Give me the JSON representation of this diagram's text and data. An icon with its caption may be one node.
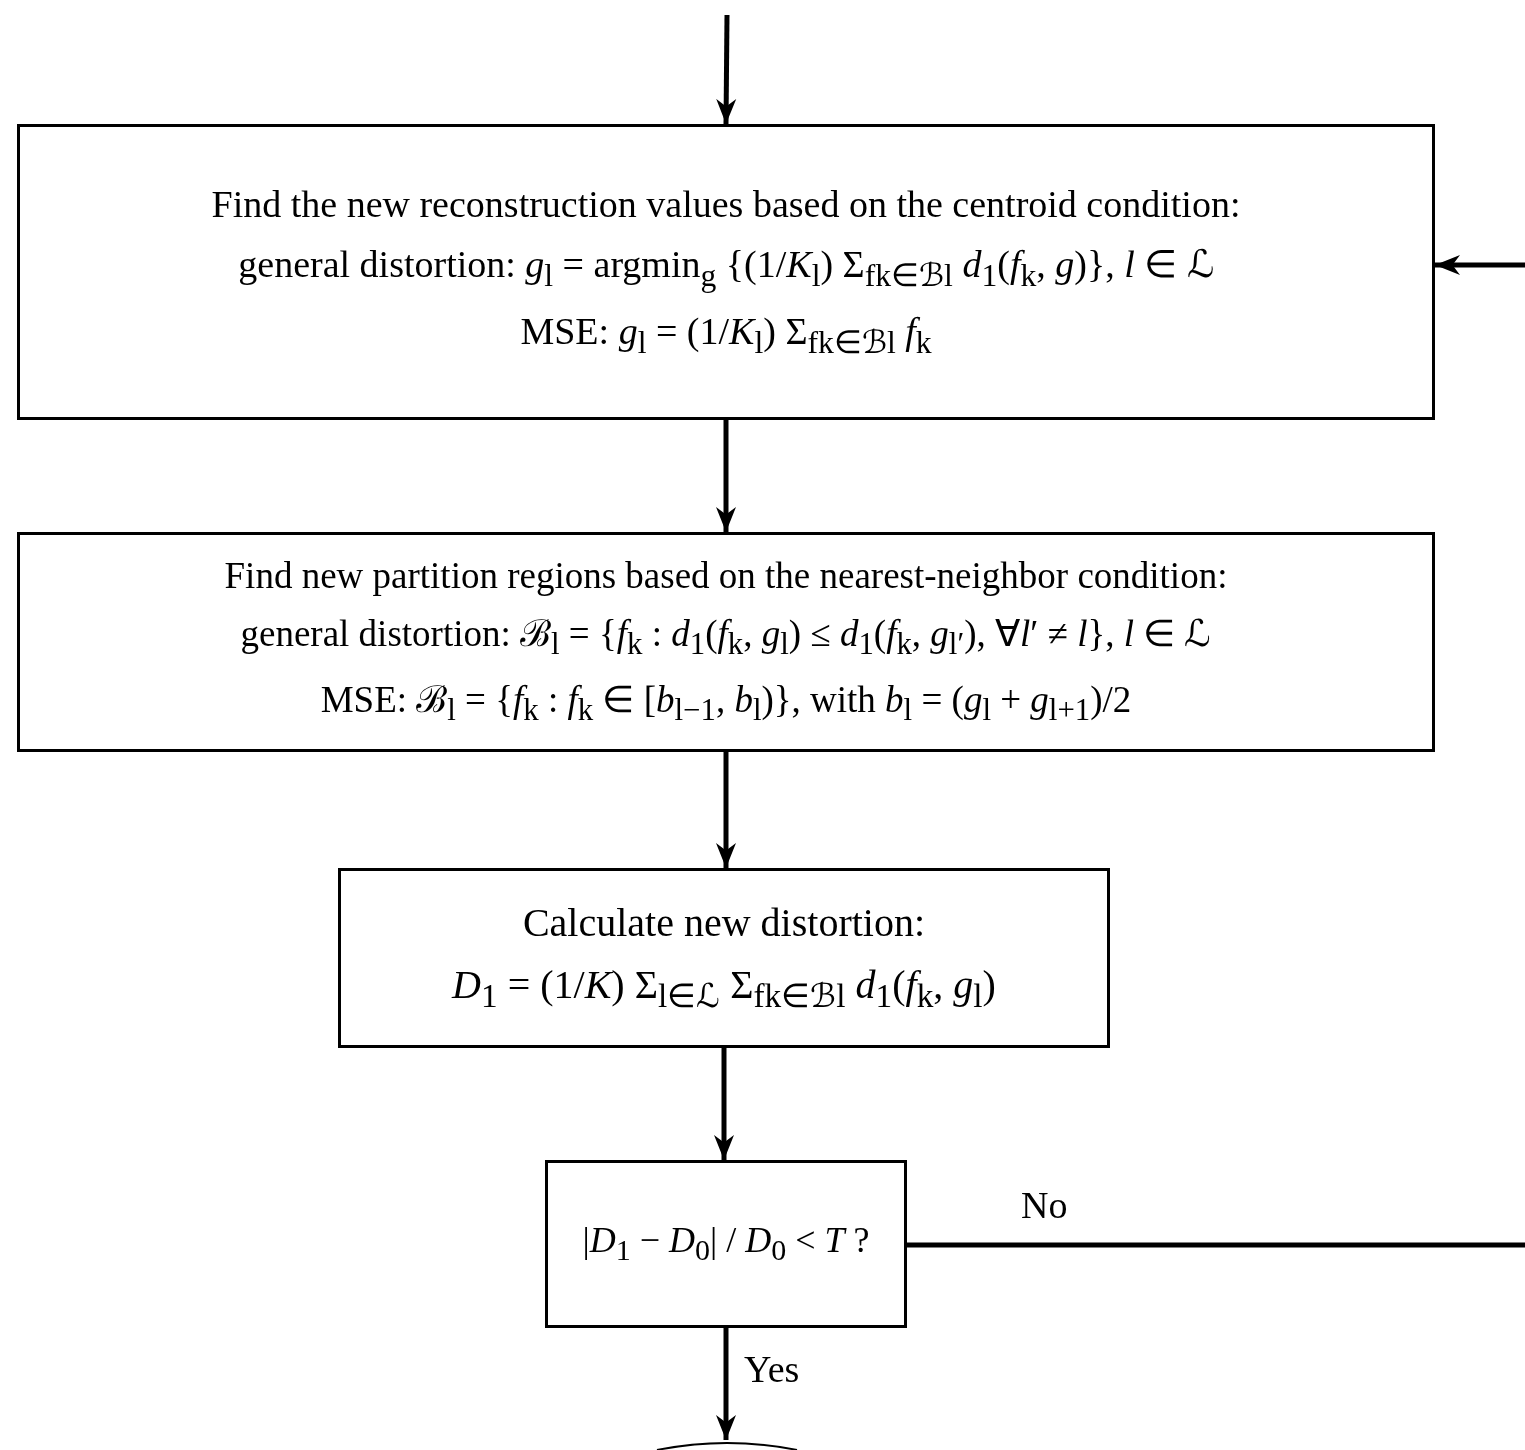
{
  "diagram": {
    "nodes": [
      {
        "text": [
          "Find the new reconstruction values based on the centroid condition:",
          "general distortion: *g*$_{l}$ = argmin$_{g}$ {(1/*K*$_{l}$) Σ$_{fk∈ℬl}$ *d*$_{1}$(*f*$_{k}$, *g*)}, *l* ∈ ℒ",
          "MSE: *g*$_{l}$ = (1/*K*$_{l}$) Σ$_{fk∈ℬl}$ *f*$_{k}$"
        ]
      },
      {
        "text": [
          "Find new partition regions based on the nearest-neighbor condition:",
          "general distortion: ℬ$_{l}$ = {*f*$_{k}$ : *d*$_{1}$(*f*$_{k}$, *g*$_{l}$) ≤ *d*$_{1}$(*f*$_{k}$, *g*$_{l′}$), ∀*l*′ ≠ *l*}, *l* ∈ ℒ",
          "MSE: ℬ$_{l}$ = {*f*$_{k}$ : *f*$_{k}$ ∈ [*b*$_{l−1}$, *b*$_{l}$)}, with *b*$_{l}$ = (*g*$_{l}$ + *g*$_{l+1}$)/2"
        ]
      },
      {
        "text": [
          "Calculate new distortion:",
          "*D*$_{1}$ = (1/*K*) Σ$_{l∈ℒ}$ Σ$_{fk∈ℬl}$ *d*$_{1}$(*f*$_{k}$, *g*$_{l}$)"
        ]
      },
      {
        "text": [
          "|*D*$_{1}$ − *D*$_{0}$| / *D*$_{0}$ < *T* ?"
        ]
      },
      {
        "text": [],
        "shape": "circle"
      }
    ],
    "edges": [
      {
        "from": null,
        "to": 0,
        "arrow": "to"
      },
      {
        "from": 0,
        "to": 1,
        "arrow": "to"
      },
      {
        "from": 1,
        "to": 2,
        "arrow": "to"
      },
      {
        "from": 2,
        "to": 3,
        "arrow": "to"
      },
      {
        "from": 3,
        "to": 4,
        "arrow": "to",
        "label": "Yes"
      },
      {
        "from": 3,
        "to": null,
        "arrow": "none",
        "label": "No"
      },
      {
        "from": null,
        "to": 0,
        "arrow": "to"
      }
    ]
  }
}
